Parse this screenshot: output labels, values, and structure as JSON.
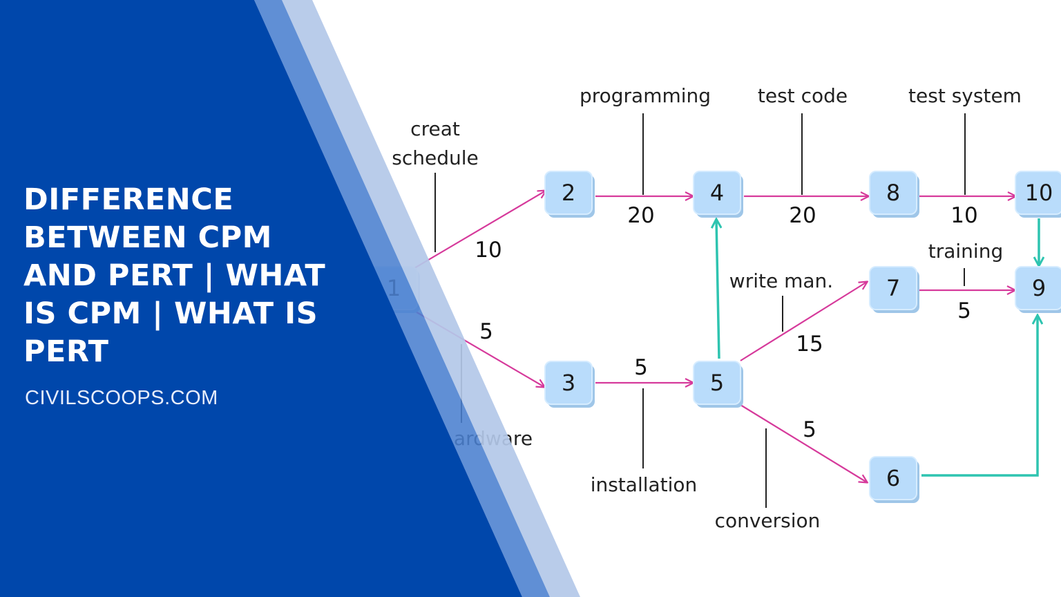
{
  "banner": {
    "title": "DIFFERENCE BETWEEN CPM AND PERT | WHAT IS CPM | WHAT IS PERT",
    "site": "CIVILSCOOPS.COM"
  },
  "colors": {
    "banner_blue": "#0047ab",
    "stripe_mid": "#4a7fcf",
    "stripe_light": "#b3c8e8",
    "arrow_pink": "#d63a9b",
    "arrow_teal": "#2ec4b0",
    "node_fill": "#b9dcfb"
  },
  "diagram": {
    "nodes": [
      {
        "id": "1",
        "label": "1"
      },
      {
        "id": "2",
        "label": "2"
      },
      {
        "id": "3",
        "label": "3"
      },
      {
        "id": "4",
        "label": "4"
      },
      {
        "id": "5",
        "label": "5"
      },
      {
        "id": "6",
        "label": "6"
      },
      {
        "id": "7",
        "label": "7"
      },
      {
        "id": "8",
        "label": "8"
      },
      {
        "id": "9",
        "label": "9"
      },
      {
        "id": "10",
        "label": "10"
      }
    ],
    "edges": [
      {
        "from": "1",
        "to": "2",
        "duration": "10",
        "activity": "creat schedule",
        "kind": "activity"
      },
      {
        "from": "1",
        "to": "3",
        "duration": "5",
        "activity": "ardware",
        "kind": "activity"
      },
      {
        "from": "2",
        "to": "4",
        "duration": "20",
        "activity": "programming",
        "kind": "activity"
      },
      {
        "from": "3",
        "to": "5",
        "duration": "5",
        "activity": "installation",
        "kind": "activity"
      },
      {
        "from": "4",
        "to": "8",
        "duration": "20",
        "activity": "test code",
        "kind": "activity"
      },
      {
        "from": "8",
        "to": "10",
        "duration": "10",
        "activity": "test system",
        "kind": "activity"
      },
      {
        "from": "5",
        "to": "7",
        "duration": "15",
        "activity": "write man.",
        "kind": "activity"
      },
      {
        "from": "5",
        "to": "6",
        "duration": "5",
        "activity": "conversion",
        "kind": "activity"
      },
      {
        "from": "7",
        "to": "9",
        "duration": "5",
        "activity": "training",
        "kind": "activity"
      },
      {
        "from": "5",
        "to": "4",
        "duration": "",
        "activity": "",
        "kind": "dummy"
      },
      {
        "from": "10",
        "to": "9",
        "duration": "",
        "activity": "",
        "kind": "dummy"
      },
      {
        "from": "6",
        "to": "9",
        "duration": "",
        "activity": "",
        "kind": "dummy"
      }
    ]
  }
}
